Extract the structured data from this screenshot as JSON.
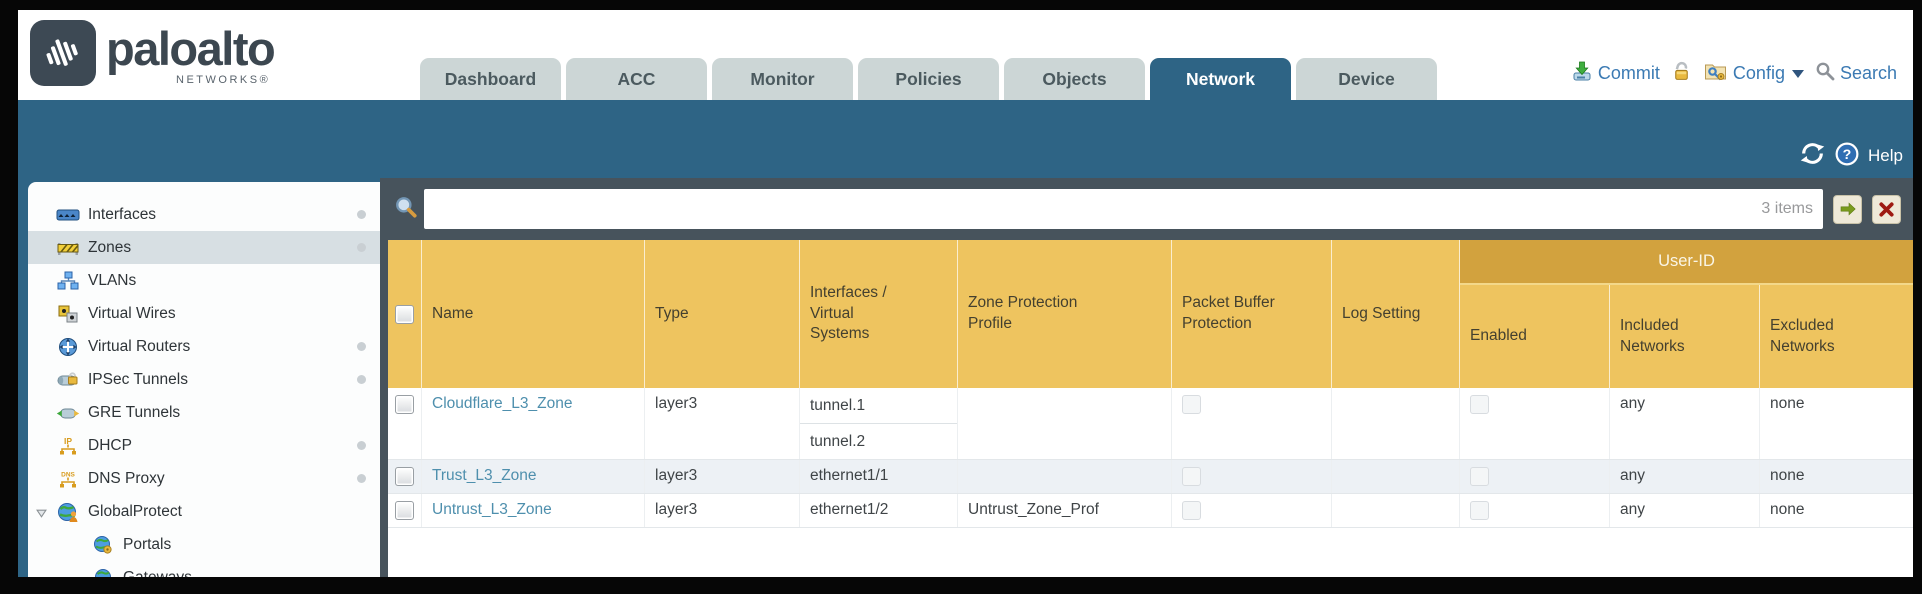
{
  "brand": {
    "name": "paloalto",
    "subtitle": "NETWORKS®"
  },
  "nav": {
    "tabs": [
      {
        "label": "Dashboard"
      },
      {
        "label": "ACC"
      },
      {
        "label": "Monitor"
      },
      {
        "label": "Policies"
      },
      {
        "label": "Objects"
      },
      {
        "label": "Network"
      },
      {
        "label": "Device"
      }
    ],
    "commit_label": "Commit",
    "config_label": "Config",
    "search_label": "Search"
  },
  "band": {
    "help_label": "Help"
  },
  "filter": {
    "value": "",
    "items_count": "3 items"
  },
  "sidebar": {
    "items": [
      {
        "label": "Interfaces"
      },
      {
        "label": "Zones"
      },
      {
        "label": "VLANs"
      },
      {
        "label": "Virtual Wires"
      },
      {
        "label": "Virtual Routers"
      },
      {
        "label": "IPSec Tunnels"
      },
      {
        "label": "GRE Tunnels"
      },
      {
        "label": "DHCP"
      },
      {
        "label": "DNS Proxy"
      },
      {
        "label": "GlobalProtect"
      },
      {
        "label": "Portals"
      },
      {
        "label": "Gateways"
      }
    ]
  },
  "table": {
    "group_header": "User-ID",
    "columns": {
      "name": "Name",
      "type": "Type",
      "interfaces": "Interfaces /\nVirtual\nSystems",
      "zpp": "Zone Protection\nProfile",
      "pbp": "Packet Buffer\nProtection",
      "log": "Log Setting",
      "enabled": "Enabled",
      "included": "Included\nNetworks",
      "excluded": "Excluded\nNetworks"
    },
    "rows": [
      {
        "name": "Cloudflare_L3_Zone",
        "type": "layer3",
        "if0": "tunnel.1",
        "if1": "tunnel.2",
        "zpp": "",
        "log": "",
        "included": "any",
        "excluded": "none"
      },
      {
        "name": "Trust_L3_Zone",
        "type": "layer3",
        "if0": "ethernet1/1",
        "zpp": "",
        "log": "",
        "included": "any",
        "excluded": "none"
      },
      {
        "name": "Untrust_L3_Zone",
        "type": "layer3",
        "if0": "ethernet1/2",
        "zpp": "Untrust_Zone_Prof",
        "log": "",
        "included": "any",
        "excluded": "none"
      }
    ]
  },
  "colors": {
    "teal": "#2e6485",
    "header_gold": "#eec45f",
    "group_gold": "#d2a23e",
    "bar_dark": "#47535c",
    "link_blue": "#4e8fad"
  }
}
